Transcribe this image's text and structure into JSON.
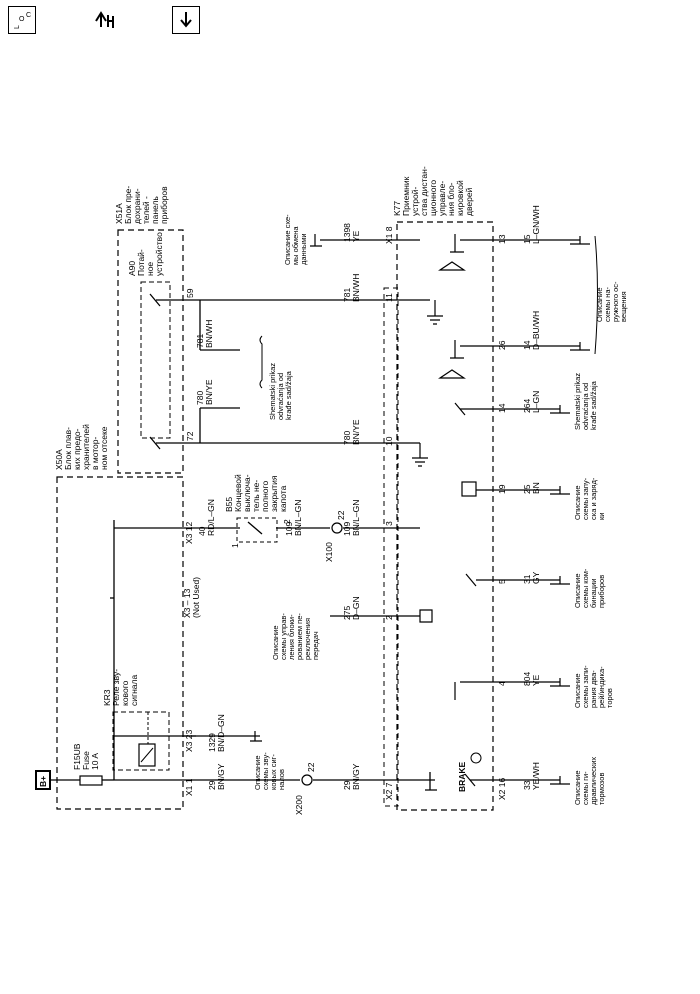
{
  "toolbar": {
    "icons": [
      "location-icon",
      "connector-pin-icon",
      "download-icon"
    ],
    "loc_glyph": "L O C"
  },
  "diagram": {
    "power_label": "B+",
    "fuse": {
      "ref": "F15UB",
      "word": "Fuse",
      "rating": "10 A"
    },
    "x50a": [
      "X50A",
      "Блок плав-",
      "ких предо-",
      "хранителей",
      "в мотор-",
      "ном отсеке"
    ],
    "x51a": [
      "X51A",
      "Блок пре-",
      "дохрани-",
      "телей -",
      "панель",
      "приборов"
    ],
    "a90": [
      "A90",
      "Потай-",
      "ное",
      "устройство"
    ],
    "kr3": [
      "KR3",
      "Реле зву-",
      "кового",
      "сигнала"
    ],
    "b55": [
      "B55",
      "Концевой",
      "выключа-",
      "тель не-",
      "полного",
      "закрытия",
      "капота"
    ],
    "k77": [
      "K77",
      "Приемник",
      "устрой-",
      "ства дистан-",
      "ционного",
      "управле-",
      "ния бло-",
      "кировкой",
      "дверей"
    ],
    "x3_13": [
      "X3 – 13",
      "(Not Used)"
    ],
    "wires": [
      {
        "num": "29",
        "color": "BN/GY"
      },
      {
        "num": "1329",
        "color": "BN/D–GN"
      },
      {
        "num": "40",
        "color": "RD/L–GN"
      },
      {
        "num": "109",
        "color": "BN/L–GN"
      },
      {
        "num": "781",
        "color": "BN/WH"
      },
      {
        "num": "780",
        "color": "BN/YE"
      },
      {
        "num": "1398",
        "color": "YE"
      },
      {
        "num": "33",
        "color": "YE/WH"
      },
      {
        "num": "804",
        "color": "YE"
      },
      {
        "num": "275",
        "color": "D–GN"
      },
      {
        "num": "31",
        "color": "GY"
      },
      {
        "num": "25",
        "color": "BN"
      },
      {
        "num": "264",
        "color": "L–GN"
      },
      {
        "num": "14",
        "color": "D–BU/WH"
      },
      {
        "num": "15",
        "color": "L–GN/WH"
      }
    ],
    "pins": {
      "x1_1": "X1  1",
      "x3_23": "X3  23",
      "x3_12": "X3  12",
      "p59": "59",
      "p72": "72",
      "x2_7": "X2  7",
      "x2_16": "X2  16",
      "p2": "2",
      "p3": "3",
      "p4": "4",
      "p5": "5",
      "p10": "10",
      "p11": "11",
      "p13": "13",
      "p14": "14",
      "p19": "19",
      "p26": "26",
      "x1_8": "X1  8",
      "b55_1": "1",
      "b55_2": "2",
      "x200_22": "22",
      "x100_22": "22"
    },
    "connectors": {
      "x200": "X200",
      "x100": "X100"
    },
    "brake_label": "BRAKE",
    "refs": {
      "horn": [
        "Описание",
        "схемы зву-",
        "ковых сиг-",
        "налов"
      ],
      "theft_a": [
        "Shematski prikaz",
        "odvraćanja od",
        "krađe sad/žaja"
      ],
      "theft_b": [
        "Shematski prikaz",
        "odvraćanja od",
        "krađe sad/žaja"
      ],
      "data": [
        "Описание схе-",
        "мы обмена",
        "данными"
      ],
      "brakes": [
        "Описание",
        "схемы ги-",
        "дравлических",
        "тормозов"
      ],
      "wipers": [
        "Описание",
        "схемы запи-",
        "рания два-",
        "рей/индика-",
        "торов"
      ],
      "shift": [
        "Описание",
        "схемы управ-",
        "ления блоки-",
        "рованием пе-",
        "реключения",
        "передач"
      ],
      "cluster": [
        "Описание",
        "схемы ком-",
        "бинации",
        "приборов"
      ],
      "charging": [
        "Описание",
        "схемы запу-",
        "ска и заряд-",
        "ки"
      ],
      "exterior": [
        "Описание",
        "схемы на-",
        "ружного ос-",
        "вещения"
      ]
    }
  }
}
